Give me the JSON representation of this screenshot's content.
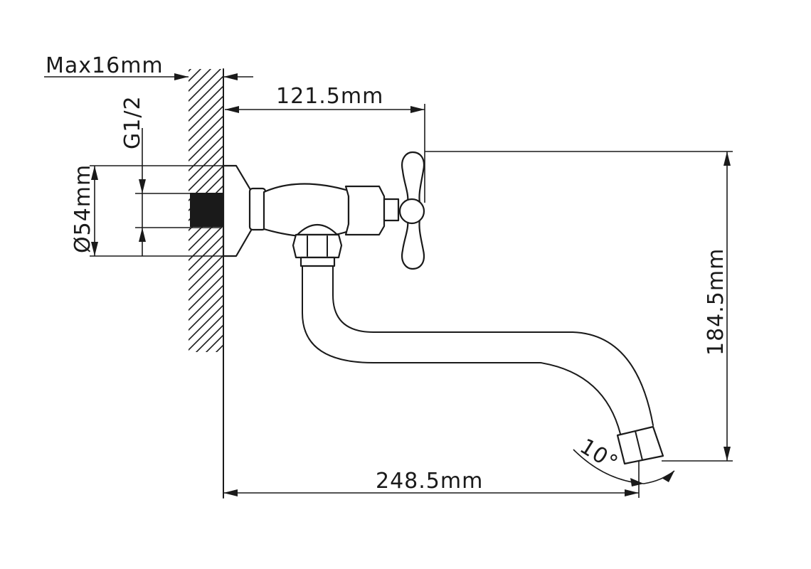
{
  "dimensions": {
    "max_wall": "Max16mm",
    "thread": "G1/2",
    "flange_diameter": "Ø54mm",
    "spout_reach": "121.5mm",
    "height": "184.5mm",
    "total_length": "248.5mm",
    "outlet_angle": "10°"
  }
}
